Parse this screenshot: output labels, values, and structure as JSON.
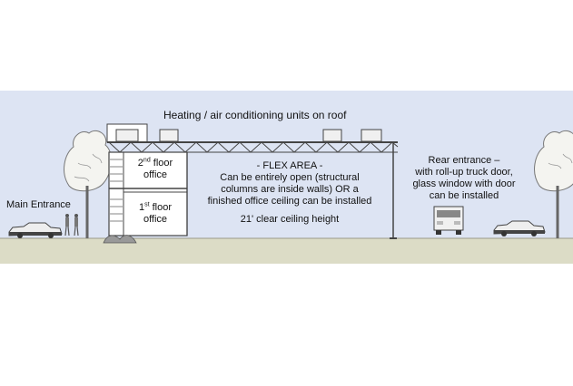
{
  "labels": {
    "roof_units": "Heating / air conditioning units on roof",
    "second_floor_num": "2",
    "second_floor_sup": "nd",
    "second_floor_rest": " floor",
    "second_floor_office": "office",
    "first_floor_num": "1",
    "first_floor_sup": "st",
    "first_floor_rest": " floor",
    "first_floor_office": "office",
    "flex_title": "- FLEX AREA -",
    "flex_line1": "Can be entirely open (structural",
    "flex_line2": "columns are inside walls) OR a",
    "flex_line3": "finished office ceiling can be installed",
    "ceiling_height": "21' clear ceiling height",
    "main_entrance": "Main Entrance",
    "rear_line1": "Rear entrance –",
    "rear_line2": "with roll-up truck door,",
    "rear_line3": "glass window with door",
    "rear_line4": "can be installed"
  },
  "colors": {
    "sky": "#dde4f3",
    "ground": "#dcdcc6",
    "ground_line": "#9a9a88",
    "structure": "#444444",
    "tree": "#f4f4f0",
    "tree_outline": "#777777"
  },
  "icons": {
    "trees": "tree-icon",
    "cars": "car-icon",
    "truck": "truck-icon",
    "people": "person-icon",
    "roof_units": "hvac-unit-icon"
  }
}
